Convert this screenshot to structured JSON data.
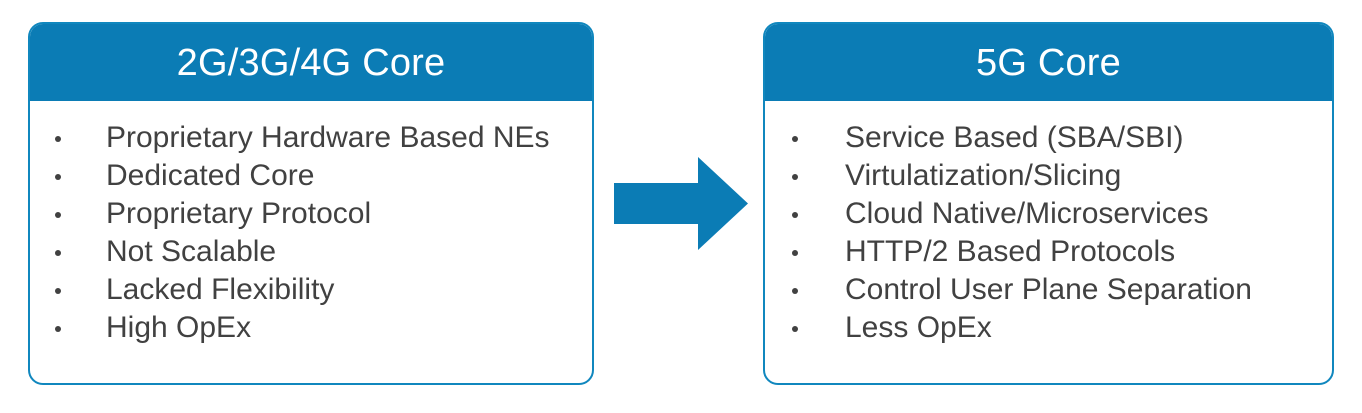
{
  "diagram": {
    "accent_color": "#0b7cb5",
    "border_color": "#1087be",
    "text_color": "#414141",
    "arrow_color": "#0b7cb5",
    "arrow_direction": "right",
    "arrow_icon_name": "right-arrow-icon"
  },
  "panels": [
    {
      "id": "legacy-core",
      "title": "2G/3G/4G Core",
      "items": [
        "Proprietary Hardware Based NEs",
        "Dedicated Core",
        "Proprietary Protocol",
        "Not Scalable",
        "Lacked Flexibility",
        "High OpEx"
      ]
    },
    {
      "id": "5g-core",
      "title": "5G Core",
      "items": [
        "Service Based (SBA/SBI)",
        "Virtulatization/Slicing",
        "Cloud Native/Microservices",
        "HTTP/2 Based Protocols",
        "Control User Plane Separation",
        "Less OpEx"
      ]
    }
  ]
}
